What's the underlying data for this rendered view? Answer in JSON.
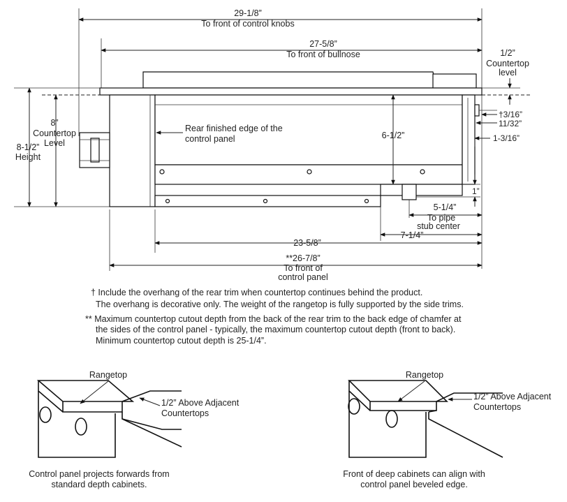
{
  "dimensions": {
    "overall_width": "29-1/8”",
    "overall_width_note": "To front of control knobs",
    "bullnose_width": "27-5/8”",
    "bullnose_note": "To front of bullnose",
    "countertop_half": "1/2”",
    "countertop_half_note_1": "Countertop",
    "countertop_half_note_2": "level",
    "height_8": "8”",
    "height_8_note_1": "Countertop",
    "height_8_note_2": "Level",
    "height_8_half": "8-1/2”",
    "height_8_half_note": "Height",
    "rear_edge_note_1": "Rear finished edge of the",
    "rear_edge_note_2": "control panel",
    "depth_6_half": "6-1/2”",
    "overhang_3_16": "†3/16”",
    "dim_11_32": "11/32”",
    "dim_1_3_16": "1-3/16”",
    "dim_1": "1”",
    "pipe_5_1_4": "5-1/4”",
    "pipe_note_1": "To pipe",
    "pipe_note_2": "stub center",
    "dim_7_1_4": "7-1/4”",
    "dim_23_5_8": "23-5/8”",
    "dim_26_7_8": "**26-7/8”",
    "dim_26_7_8_note_1": "To front of",
    "dim_26_7_8_note_2": "control panel"
  },
  "notes": {
    "dagger_1": "† Include the overhang of the rear trim when countertop continues behind the product.",
    "dagger_2": "The overhang is decorative only. The weight of the rangetop is fully supported by the side trims.",
    "star_1": "** Maximum countertop cutout depth from the back of the rear trim to the back edge of chamfer at",
    "star_2": "the sides of the control panel - typically, the maximum countertop cutout depth (front to back).",
    "star_3": "Minimum countertop cutout depth is 25-1/4”."
  },
  "detail_left": {
    "title": "Rangetop",
    "callout_1": "1/2” Above Adjacent",
    "callout_2": "Countertops",
    "caption_1": "Control panel projects forwards from",
    "caption_2": "standard depth cabinets."
  },
  "detail_right": {
    "title": "Rangetop",
    "callout_1": "1/2” Above Adjacent",
    "callout_2": "Countertops",
    "caption_1": "Front of deep cabinets can align with",
    "caption_2": "control panel beveled edge."
  }
}
